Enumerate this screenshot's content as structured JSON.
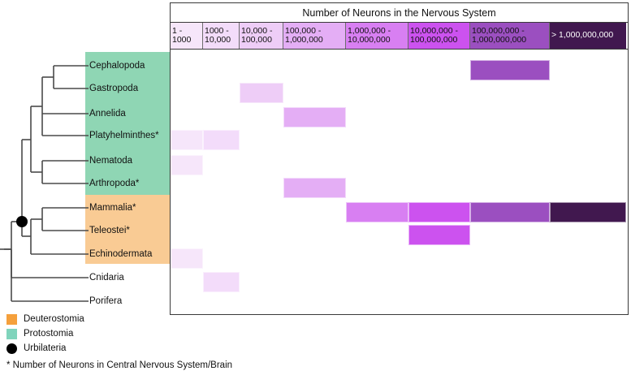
{
  "figure": {
    "matrix_title": "Number of Neurons in the Nervous System"
  },
  "bins": [
    {
      "id": "bin-1",
      "line1": "1 -",
      "line2": "1000",
      "color": "#f6e6fa"
    },
    {
      "id": "bin-2",
      "line1": "1000 -",
      "line2": "10,000",
      "color": "#f3dcfa"
    },
    {
      "id": "bin-3",
      "line1": "10,000 -",
      "line2": "100,000",
      "color": "#eecdf7"
    },
    {
      "id": "bin-4",
      "line1": "100,000 -",
      "line2": "1,000,000",
      "color": "#e4aef5"
    },
    {
      "id": "bin-5",
      "line1": "1,000,000 -",
      "line2": "10,000,000",
      "color": "#d87ff2"
    },
    {
      "id": "bin-6",
      "line1": "10,000,000 -",
      "line2": "100,000,000",
      "color": "#cc52ef"
    },
    {
      "id": "bin-7",
      "line1": "100,000,000 -",
      "line2": "1,000,000,000",
      "color": "#9b4fc0"
    },
    {
      "id": "bin-8",
      "line1": "> 1,000,000,000",
      "line2": "",
      "color": "#41184f"
    }
  ],
  "taxa": [
    {
      "name": "Cephalopoda",
      "clade": "protostomia"
    },
    {
      "name": "Gastropoda",
      "clade": "protostomia"
    },
    {
      "name": "Annelida",
      "clade": "protostomia"
    },
    {
      "name": "Platyhelminthes*",
      "clade": "protostomia"
    },
    {
      "name": "Nematoda",
      "clade": "protostomia"
    },
    {
      "name": "Arthropoda*",
      "clade": "protostomia"
    },
    {
      "name": "Mammalia*",
      "clade": "deuterostomia"
    },
    {
      "name": "Teleostei*",
      "clade": "deuterostomia"
    },
    {
      "name": "Echinodermata",
      "clade": "deuterostomia"
    },
    {
      "name": "Cnidaria",
      "clade": "none"
    },
    {
      "name": "Porifera",
      "clade": "none"
    }
  ],
  "chart_data": {
    "type": "heatmap",
    "title": "Number of Neurons in the Nervous System",
    "xlabel": "Number of Neurons in the Nervous System",
    "ylabel": "",
    "grid": true,
    "legend_position": "bottom-left",
    "categories": [
      "1 - 1000",
      "1000 - 10,000",
      "10,000 - 100,000",
      "100,000 - 1,000,000",
      "1,000,000 - 10,000,000",
      "10,000,000 - 100,000,000",
      "100,000,000 - 1,000,000,000",
      "> 1,000,000,000"
    ],
    "rows": [
      {
        "taxon": "Cephalopoda",
        "bins": [
          7
        ]
      },
      {
        "taxon": "Gastropoda",
        "bins": [
          3
        ]
      },
      {
        "taxon": "Annelida",
        "bins": [
          4
        ]
      },
      {
        "taxon": "Platyhelminthes*",
        "bins": [
          1,
          2
        ]
      },
      {
        "taxon": "Nematoda",
        "bins": [
          1
        ]
      },
      {
        "taxon": "Arthropoda*",
        "bins": [
          4
        ]
      },
      {
        "taxon": "Mammalia*",
        "bins": [
          5,
          6,
          7,
          8
        ]
      },
      {
        "taxon": "Teleostei*",
        "bins": [
          6
        ]
      },
      {
        "taxon": "Echinodermata",
        "bins": [
          1
        ]
      },
      {
        "taxon": "Cnidaria",
        "bins": [
          2
        ]
      },
      {
        "taxon": "Porifera",
        "bins": []
      }
    ]
  },
  "legend": {
    "items": [
      {
        "label": "Deuterostomia",
        "color": "#f5a03c",
        "kind": "swatch"
      },
      {
        "label": "Protostomia",
        "color": "#80d4bc",
        "kind": "swatch"
      },
      {
        "label": "Urbilateria",
        "color": "#000000",
        "kind": "dot"
      }
    ],
    "footnote": "* Number of Neurons in Central Nervous System/Brain"
  },
  "colors": {
    "protostomia_band": "#8fd6b4",
    "deuterostomia_band": "#f9cb94",
    "tree_stroke": "#4a4a4a",
    "border": "#3a3a3a"
  }
}
